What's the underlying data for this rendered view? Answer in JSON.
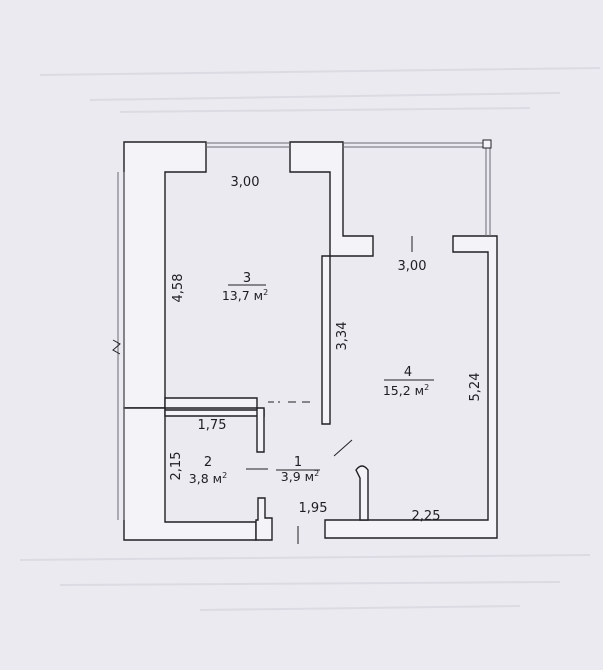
{
  "plan": {
    "dimensions": {
      "room3_width": "3,00",
      "room3_length": "4,58",
      "room4_width": "3,00",
      "room4_length": "5,24",
      "room4_partition": "3,34",
      "room2_width": "1,75",
      "room2_length": "2,15",
      "hall_width": "1,95",
      "room4_bottom": "2,25"
    },
    "rooms": [
      {
        "number": "3",
        "area": "13,7 м",
        "unit_power": "2"
      },
      {
        "number": "4",
        "area": "15,2 м",
        "unit_power": "2"
      },
      {
        "number": "2",
        "area": "3,8 м",
        "unit_power": "2"
      },
      {
        "number": "1",
        "area": "3,9 м",
        "unit_power": "2"
      }
    ],
    "colors": {
      "wall_fill": "#f4f3f7",
      "wall_stroke": "#202024",
      "background": "#ebeaf0"
    }
  }
}
